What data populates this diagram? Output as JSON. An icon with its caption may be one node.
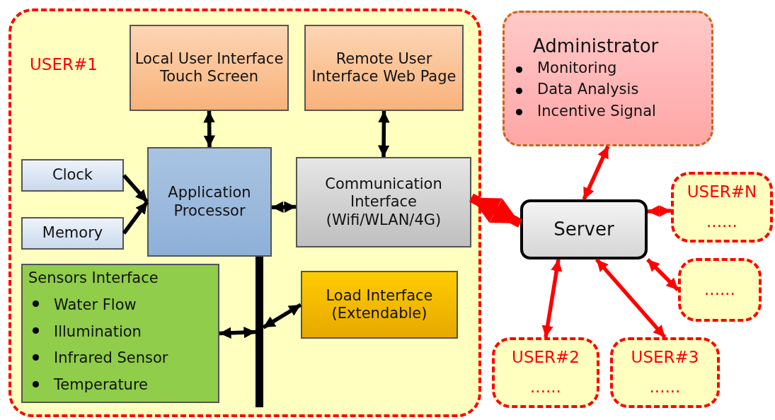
{
  "diagram": {
    "nodes": [
      {
        "text": [
          "USER#1"
        ]
      },
      {
        "text": [
          "Local User Interface Touch Screen"
        ],
        "in": 0
      },
      {
        "text": [
          "Remote User Interface Web Page"
        ],
        "in": 0
      },
      {
        "text": [
          "Clock"
        ],
        "in": 0
      },
      {
        "text": [
          "Memory"
        ],
        "in": 0
      },
      {
        "text": [
          "Application Processor"
        ],
        "in": 0
      },
      {
        "text": [
          "Communication Interface (Wifi/WLAN/4G)"
        ],
        "in": 0
      },
      {
        "text": [
          "Sensors Interface",
          "Water Flow",
          "Illumination",
          "Infrared Sensor",
          "Temperature"
        ],
        "in": 0
      },
      {
        "text": [
          "Load Interface (Extendable)"
        ],
        "in": 0
      },
      {
        "text": [],
        "shape": "bar",
        "in": 0
      },
      {
        "text": [
          "Administrator",
          "Monitoring",
          "Data Analysis",
          "Incentive Signal"
        ]
      },
      {
        "text": [
          "Server"
        ]
      },
      {
        "text": [
          "USER#N",
          "......"
        ]
      },
      {
        "text": [
          "......"
        ]
      },
      {
        "text": [
          "USER#2",
          "......"
        ]
      },
      {
        "text": [
          "USER#3",
          "......"
        ]
      }
    ],
    "edges": [
      {
        "from": 1,
        "to": 5,
        "arrow": "both"
      },
      {
        "from": 2,
        "to": 6,
        "arrow": "both"
      },
      {
        "from": 3,
        "to": 5,
        "arrow": "to"
      },
      {
        "from": 4,
        "to": 5,
        "arrow": "to"
      },
      {
        "from": 5,
        "to": 6,
        "arrow": "both"
      },
      {
        "from": 7,
        "to": 9,
        "arrow": "both"
      },
      {
        "from": 9,
        "to": 8,
        "arrow": "both"
      },
      {
        "from": 6,
        "to": 11,
        "arrow": "both",
        "style": "thick",
        "color": "#ff0000"
      },
      {
        "from": 10,
        "to": 11,
        "arrow": "both",
        "color": "#ff0000"
      },
      {
        "from": 11,
        "to": 12,
        "arrow": "both",
        "color": "#ff0000"
      },
      {
        "from": 11,
        "to": 13,
        "arrow": "both",
        "color": "#ff0000"
      },
      {
        "from": 11,
        "to": 14,
        "arrow": "both",
        "color": "#ff0000"
      },
      {
        "from": 11,
        "to": 15,
        "arrow": "both",
        "color": "#ff0000"
      }
    ]
  }
}
